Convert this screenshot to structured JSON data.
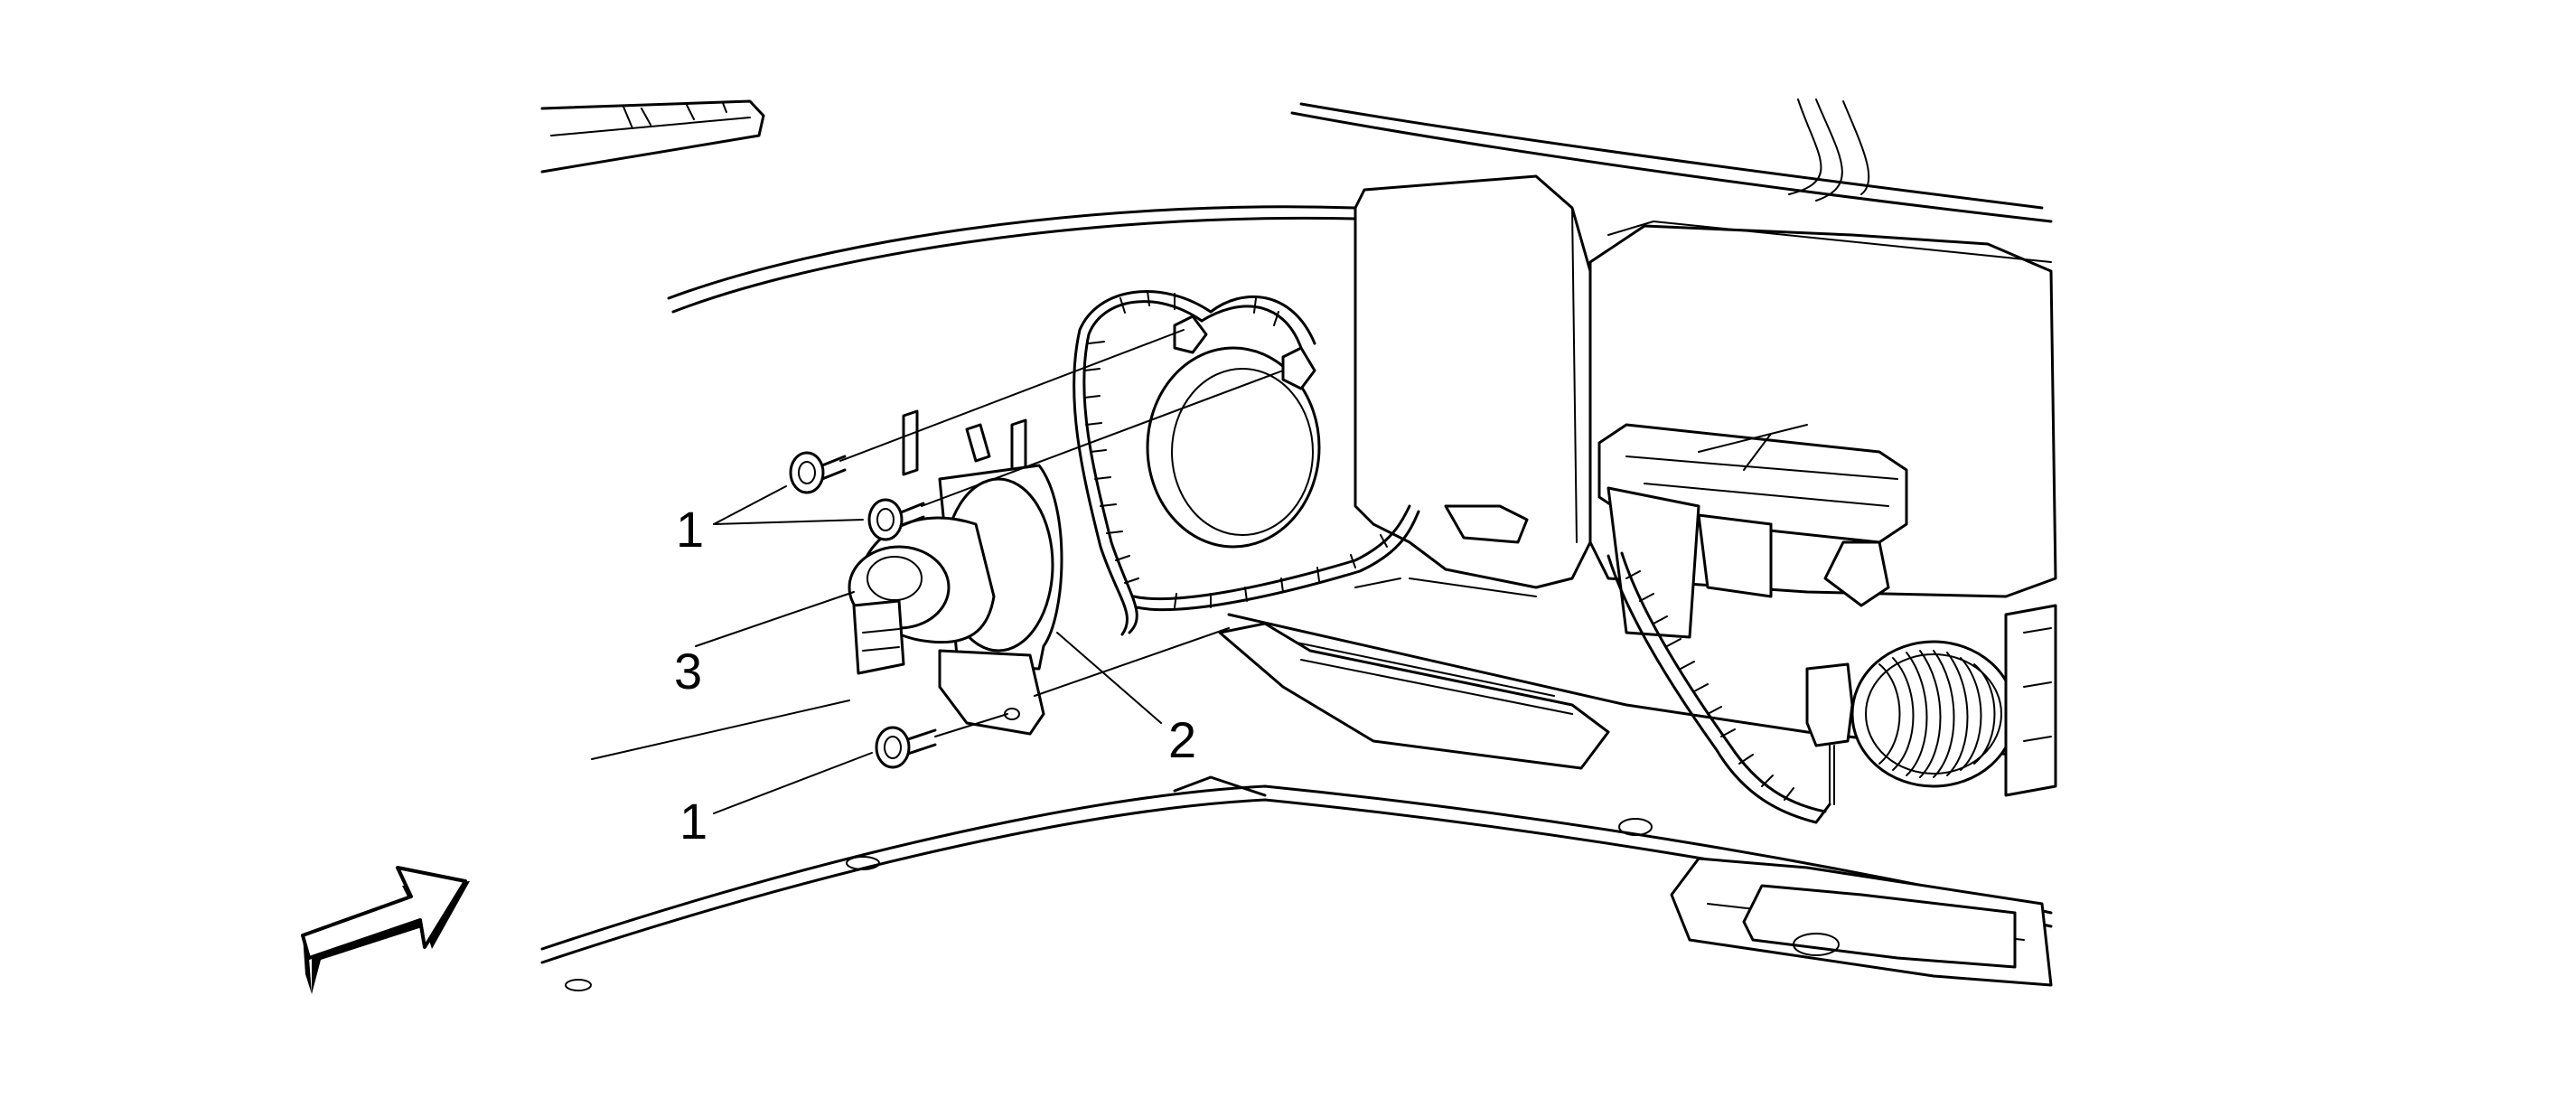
{
  "callouts": [
    {
      "id": "callout-1-upper",
      "label": "1"
    },
    {
      "id": "callout-3",
      "label": "3"
    },
    {
      "id": "callout-2",
      "label": "2"
    },
    {
      "id": "callout-1-lower",
      "label": "1"
    }
  ],
  "arrow_icon": "view-direction-arrow-icon",
  "colors": {
    "line": "#000000",
    "background": "#ffffff"
  }
}
